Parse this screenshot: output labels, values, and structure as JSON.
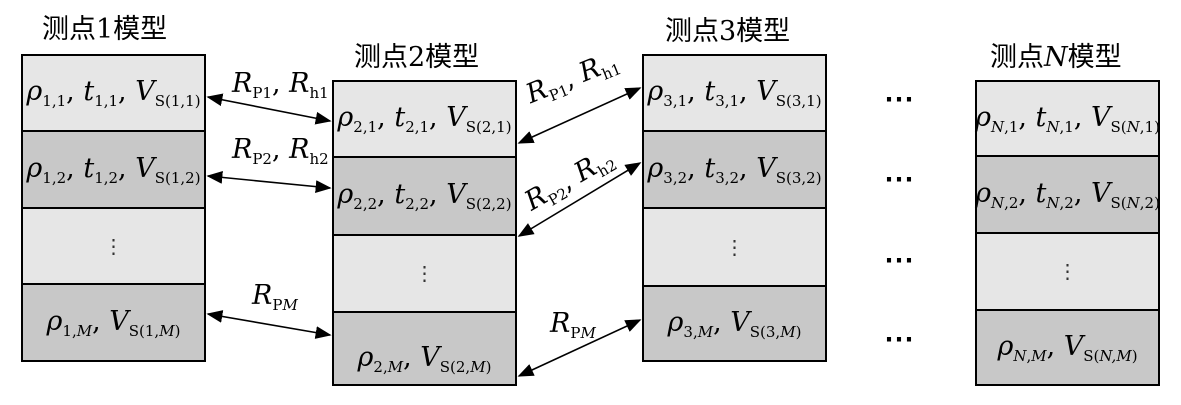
{
  "titles": {
    "c1": "测点1模型",
    "c2": "测点2模型",
    "c3": "测点3模型",
    "cN_pre": "测点",
    "cN_var": "N",
    "cN_post": "模型"
  },
  "ellipsis": "⋯",
  "vdots": "⋮",
  "comma": ", ",
  "glyphs": {
    "rho": "ρ",
    "t": "t",
    "V": "V",
    "R": "R"
  },
  "columns": {
    "c1": {
      "r1": {
        "rho_sub": "1,1",
        "t_sub": "1,1",
        "v_sub": "S(1,1)"
      },
      "r2": {
        "rho_sub": "1,2",
        "t_sub": "1,2",
        "v_sub": "S(1,2)"
      },
      "rM": {
        "rho_sub_pre": "1,",
        "rho_sub_var": "M",
        "v_sub_pre": "S(1,",
        "v_sub_var": "M",
        "v_sub_post": ")"
      }
    },
    "c2": {
      "r1": {
        "rho_sub": "2,1",
        "t_sub": "2,1",
        "v_sub": "S(2,1)"
      },
      "r2": {
        "rho_sub": "2,2",
        "t_sub": "2,2",
        "v_sub": "S(2,2)"
      },
      "rM": {
        "rho_sub_pre": "2,",
        "rho_sub_var": "M",
        "v_sub_pre": "S(2,",
        "v_sub_var": "M",
        "v_sub_post": ")"
      }
    },
    "c3": {
      "r1": {
        "rho_sub": "3,1",
        "t_sub": "3,1",
        "v_sub": "S(3,1)"
      },
      "r2": {
        "rho_sub": "3,2",
        "t_sub": "3,2",
        "v_sub": "S(3,2)"
      },
      "rM": {
        "rho_sub_pre": "3,",
        "rho_sub_var": "M",
        "v_sub_pre": "S(3,",
        "v_sub_var": "M",
        "v_sub_post": ")"
      }
    },
    "cN": {
      "r1": {
        "rho_sub_var": "N",
        "rho_sub_post": ",1",
        "t_sub_var": "N",
        "t_sub_post": ",1",
        "v_sub_pre": "S(",
        "v_sub_var": "N",
        "v_sub_post": ",1)"
      },
      "r2": {
        "rho_sub_var": "N",
        "rho_sub_post": ",2",
        "t_sub_var": "N",
        "t_sub_post": ",2",
        "v_sub_pre": "S(",
        "v_sub_var": "N",
        "v_sub_post": ",2)"
      },
      "rM": {
        "rho_sub_var": "N",
        "rho_sub_mid": ",",
        "rho_sub_var2": "M",
        "v_sub_pre": "S(",
        "v_sub_var": "N,M",
        "v_sub_post": ")"
      }
    }
  },
  "links": {
    "l1": {
      "p_sub": "P1",
      "h_sub": "h1"
    },
    "l2": {
      "p_sub": "P2",
      "h_sub": "h2"
    },
    "lM": {
      "p_sub_pre": "P",
      "p_sub_var": "M"
    }
  }
}
